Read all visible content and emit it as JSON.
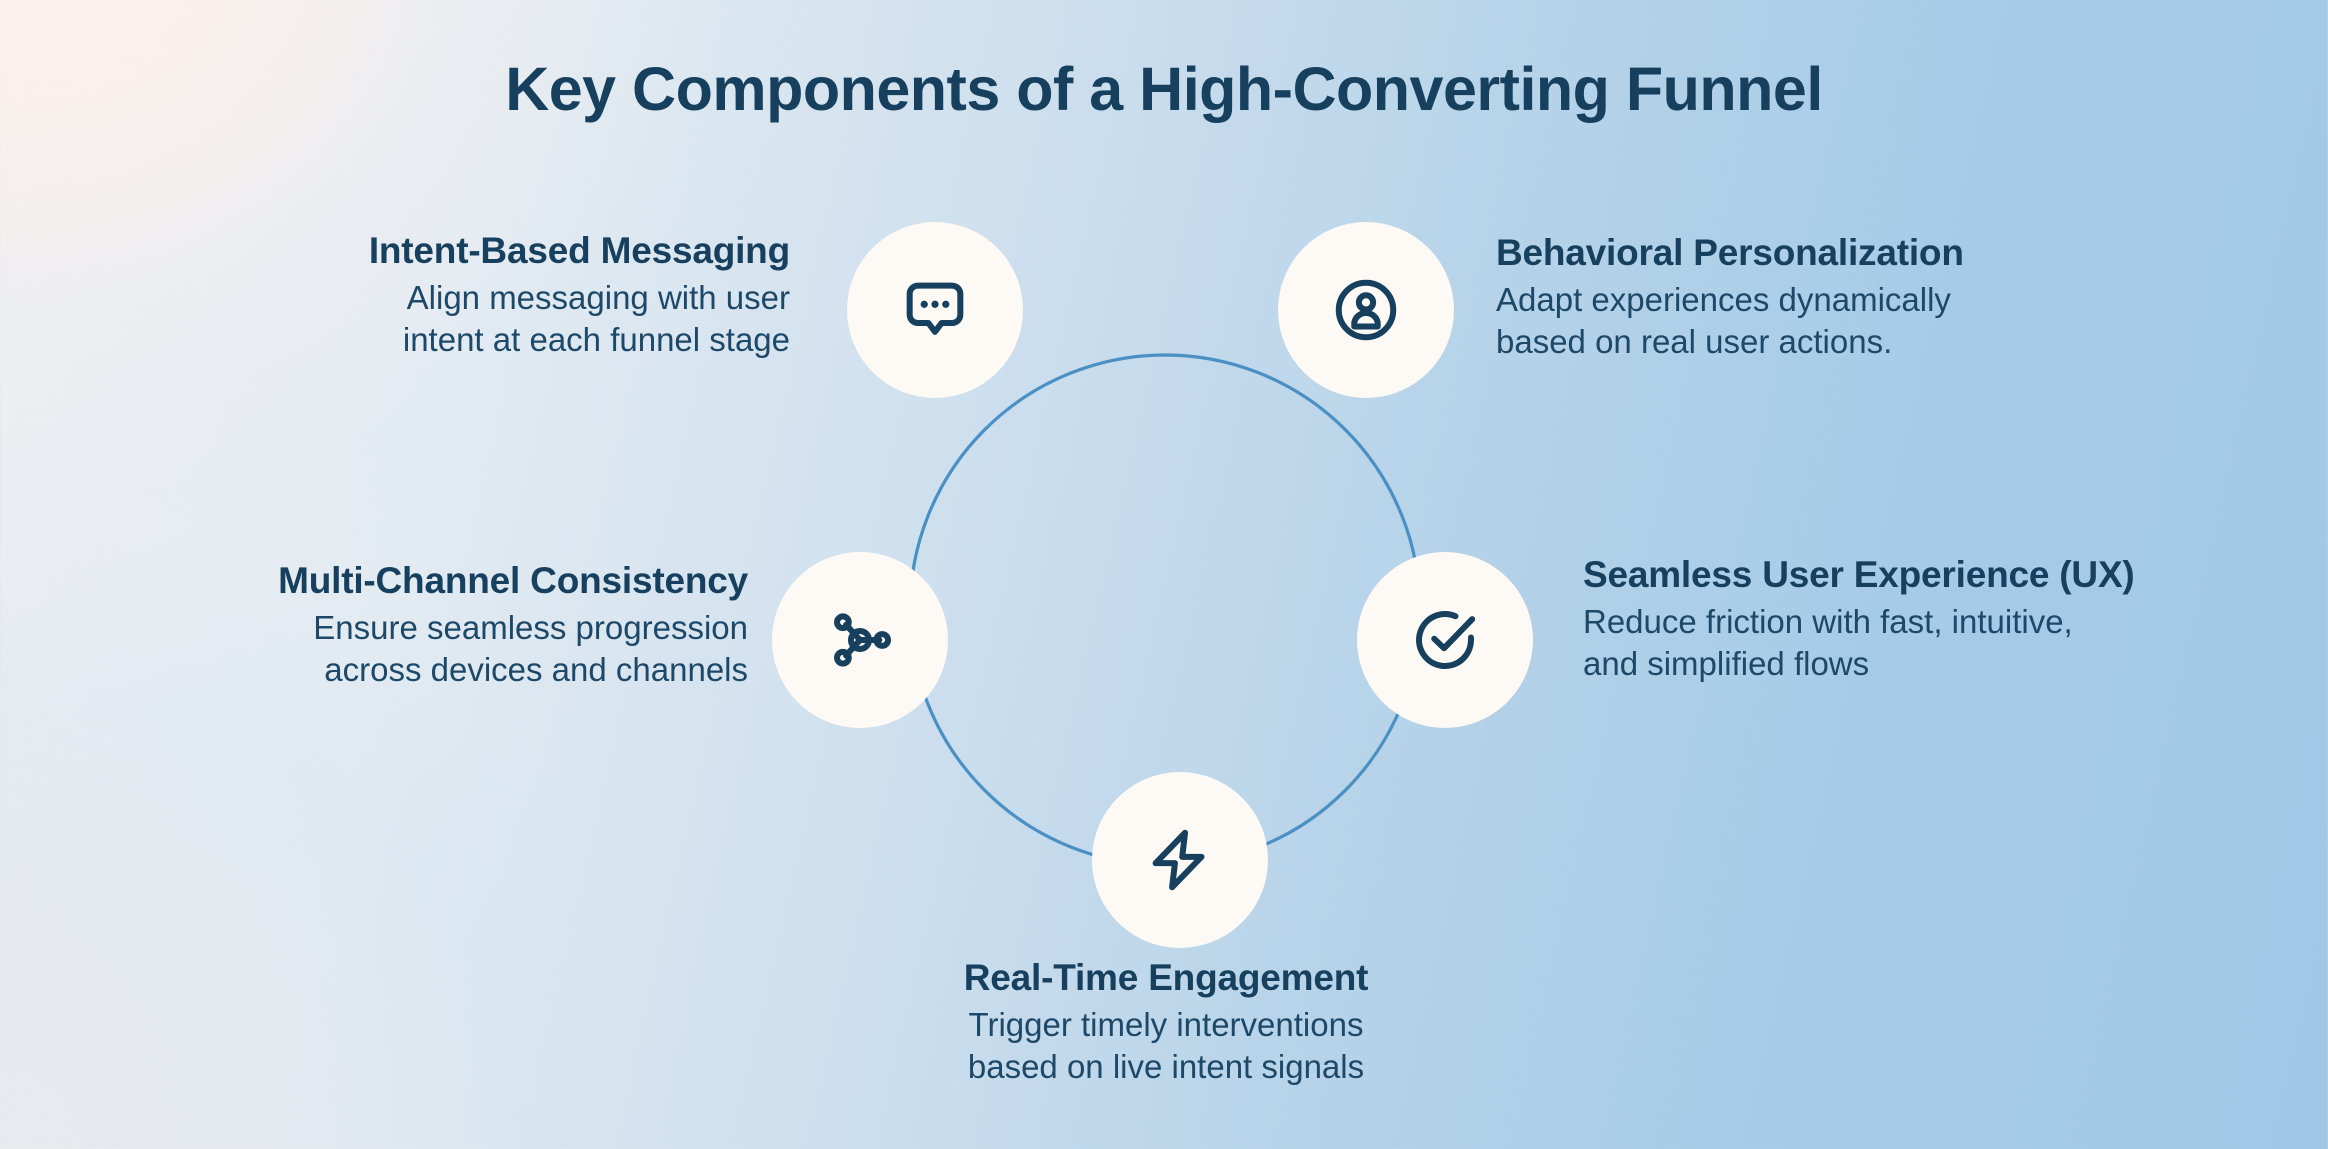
{
  "title": "Key Components of a High-Converting Funnel",
  "theme": {
    "text_navy": "#17405E",
    "body_navy": "#1D4868",
    "ring_blue": "#4A90C4",
    "bubble_cream": "#FDFAF6",
    "bg_warm": "#FDF2ED",
    "bg_gray": "#E7EAEE",
    "bg_blue": "#A0C8E6"
  },
  "nodes": [
    {
      "id": "intent-based-messaging",
      "icon": "chat-bubble-dots-icon",
      "heading": "Intent-Based Messaging",
      "body_lines": [
        "Align messaging with user",
        "intent at each funnel stage"
      ],
      "align": "right"
    },
    {
      "id": "behavioral-personalization",
      "icon": "user-circle-icon",
      "heading": "Behavioral Personalization",
      "body_lines": [
        "Adapt experiences dynamically",
        "based on real user actions."
      ],
      "align": "left"
    },
    {
      "id": "multi-channel-consistency",
      "icon": "network-nodes-icon",
      "heading": "Multi-Channel Consistency",
      "body_lines": [
        "Ensure seamless progression",
        "across devices and channels"
      ],
      "align": "right"
    },
    {
      "id": "seamless-user-experience",
      "icon": "check-circle-icon",
      "heading": "Seamless User Experience (UX)",
      "body_lines": [
        "Reduce friction with fast, intuitive,",
        "and simplified flows"
      ],
      "align": "left"
    },
    {
      "id": "real-time-engagement",
      "icon": "lightning-bolt-icon",
      "heading": "Real-Time Engagement",
      "body_lines": [
        "Trigger timely interventions",
        "based on live intent signals"
      ],
      "align": "center"
    }
  ]
}
